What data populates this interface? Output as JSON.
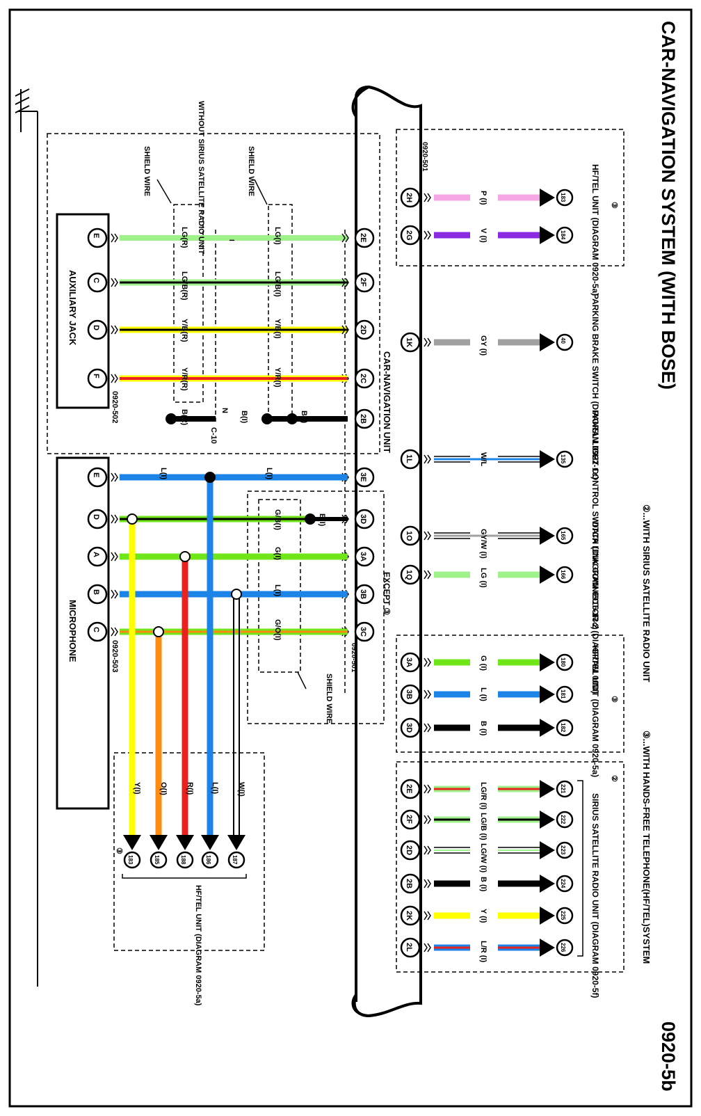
{
  "title": "CAR-NAVIGATION SYSTEM (WITH BOSE)",
  "page_number": "0920-5b",
  "legend": {
    "sirius": "②...WITH SIRIUS SATELLITE RADIO UNIT",
    "handsfree": "③...WITH HANDS-FREE TELEPHONE(HF/TEL)SYSTEM"
  },
  "nav_unit": {
    "label": "CAR-NAVIGATION UNIT",
    "connector_a": "0920-501",
    "connector_b": "0920-501",
    "except_label": "EXCEPT ③"
  },
  "aux": {
    "label": "AUXILIARY JACK",
    "connector": "0920-502",
    "pins": [
      "E",
      "C",
      "D",
      "F"
    ],
    "labels_r": [
      "LG(R)",
      "LG/B(R)",
      "Y/B(R)",
      "Y/R(R)"
    ],
    "labels_i": [
      "LG(I)",
      "LG/B(I)",
      "Y/B(I)",
      "Y/R(I)"
    ],
    "nav_pins": [
      "2E",
      "2F",
      "2D",
      "2C",
      "2B"
    ],
    "ground_r": "B(R)",
    "ground_n": "N",
    "ground_b": "B(I)",
    "ground_i": "B(I)",
    "ground_junction": "C-10",
    "conn_code_n": "I",
    "shield_1": "SHIELD WIRE",
    "shield_2": "SHIELD WIRE",
    "without_sirius": "WITHOUT SIRIUS SATELLITE RADIO UNIT"
  },
  "mic": {
    "label": "MICROPHONE",
    "connector": "0920-503",
    "pins": [
      "E",
      "D",
      "A",
      "B",
      "C"
    ],
    "nav_pins": [
      "3E",
      "3D",
      "3A",
      "3B",
      "3C"
    ],
    "labels": [
      "L(I)",
      "L(I)",
      "G/B(I)",
      "G(I)",
      "L(I)",
      "G/O(I)",
      "B(I)"
    ],
    "shield": "SHIELD WIRE",
    "hf_labels": [
      "W(I)",
      "L(I)",
      "R(I)",
      "O(I)",
      "Y(I)"
    ],
    "hf_nums": [
      "187",
      "186",
      "188",
      "185",
      "183"
    ],
    "hf_unit": "HF/TEL UNIT (DIAGRAM 0920-5a)",
    "hf_sym": "③"
  },
  "right_hf_top": {
    "unit": "HF/TEL UNIT (DIAGRAM 0920-5a)",
    "sym": "③",
    "pins": [
      "2H",
      "2G"
    ],
    "colors": [
      "P (I)",
      "V (I)"
    ],
    "nums": [
      "183",
      "184"
    ],
    "tag": "0920-501"
  },
  "right_middle": [
    {
      "pin": "1K",
      "color": "GY (I)",
      "num": "40",
      "unit": "PARKING BRAKE SWITCH (DIAGRAM 0922-1c)"
    },
    {
      "pin": "1L",
      "color": "W/L",
      "num": "135",
      "unit": "PANEL LIGHT CONTROL SWITCH (DIAGRAM 0916-13c)"
    },
    {
      "pin": "1O",
      "color": "GY/W (I)",
      "num": "165",
      "unit": "DATA LINK CONNECTOR 2 (DIAGRAM 00D)"
    },
    {
      "pin": "1Q",
      "color": "LG (I)",
      "num": "166",
      "unit": ""
    }
  ],
  "right_hf_bottom": {
    "unit": "HF/TEL UNIT (DIAGRAM 0920-5a)",
    "sym": "③",
    "pins": [
      "3A",
      "3B",
      "3D"
    ],
    "colors": [
      "G (I)",
      "L (I)",
      "B (I)"
    ],
    "nums": [
      "180",
      "181",
      "182"
    ]
  },
  "right_sirius": {
    "unit": "SIRIUS SATELLITE RADIO UNIT (DIAGRAM 0920-5f)",
    "sym": "②",
    "pins": [
      "2E",
      "2F",
      "2D",
      "2B",
      "2K",
      "2L"
    ],
    "colors": [
      "LG/R (I)",
      "LG/B (I)",
      "LG/W (I)",
      "B (I)",
      "Y (I)",
      "L/R (I)"
    ],
    "nums": [
      "221",
      "222",
      "223",
      "224",
      "225",
      "226"
    ]
  },
  "wire_colors": {
    "lg": "#9ff28a",
    "black": "#000000",
    "yellow": "#ffff00",
    "red": "#e8221e",
    "blue": "#1b84e6",
    "green": "#6fe51a",
    "orange": "#ff8c10",
    "pink": "#f6a6e4",
    "violet": "#8a2be2",
    "gray": "#a0a0a0",
    "white": "#ffffff"
  }
}
